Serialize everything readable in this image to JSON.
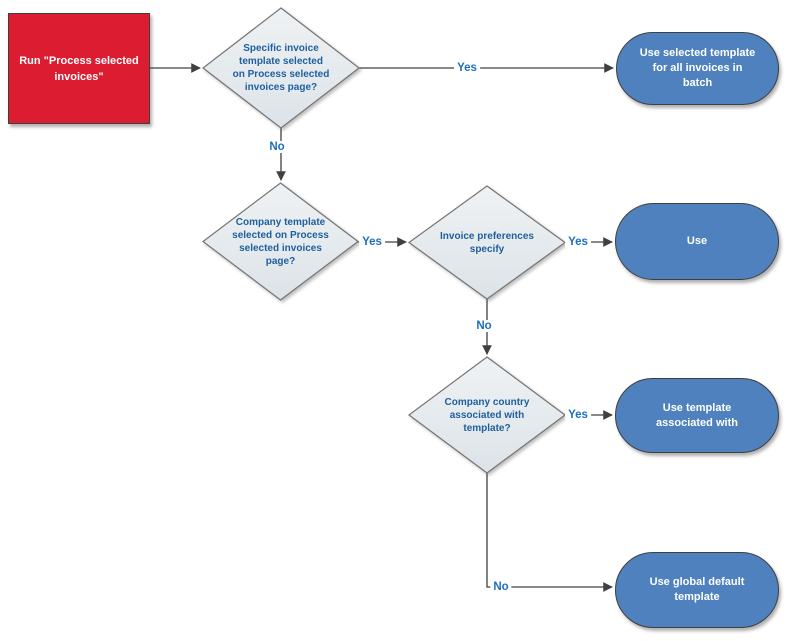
{
  "diagram": {
    "type": "flowchart",
    "nodes": {
      "start": {
        "type": "process",
        "label": "Run \"Process selected\ninvoices\""
      },
      "decision_specific_template": {
        "type": "decision",
        "label": "Specific invoice\ntemplate selected\non Process selected\ninvoices page?"
      },
      "terminal_selected_template": {
        "type": "terminator",
        "label": "Use selected template\nfor all invoices in\nbatch"
      },
      "decision_company_template": {
        "type": "decision",
        "label": "Company template\nselected on Process\nselected invoices\npage?"
      },
      "decision_invoice_preferences": {
        "type": "decision",
        "label": "Invoice preferences\nspecify"
      },
      "terminal_use": {
        "type": "terminator",
        "label": "Use"
      },
      "decision_company_country": {
        "type": "decision",
        "label": "Company country\nassociated with\ntemplate?"
      },
      "terminal_template_associated": {
        "type": "terminator",
        "label": "Use template\nassociated with"
      },
      "terminal_global_default": {
        "type": "terminator",
        "label": "Use global default\ntemplate"
      }
    },
    "edges": {
      "d1_yes": {
        "from": "decision_specific_template",
        "to": "terminal_selected_template",
        "label": "Yes"
      },
      "d1_no": {
        "from": "decision_specific_template",
        "to": "decision_company_template",
        "label": "No"
      },
      "d2_yes": {
        "from": "decision_company_template",
        "to": "decision_invoice_preferences",
        "label": "Yes"
      },
      "d3_yes": {
        "from": "decision_invoice_preferences",
        "to": "terminal_use",
        "label": "Yes"
      },
      "d3_no": {
        "from": "decision_invoice_preferences",
        "to": "decision_company_country",
        "label": "No"
      },
      "d4_yes": {
        "from": "decision_company_country",
        "to": "terminal_template_associated",
        "label": "Yes"
      },
      "d4_no": {
        "from": "decision_company_country",
        "to": "terminal_global_default",
        "label": "No"
      },
      "start_to_d1": {
        "from": "start",
        "to": "decision_specific_template",
        "label": ""
      }
    }
  },
  "colors": {
    "start_fill": "#DB1C31",
    "start_border": "#3F3F3F",
    "terminal_fill": "#4E81BD",
    "terminal_border": "#3F3F3F",
    "decision_fill_top": "#EFF2F4",
    "decision_fill_bottom": "#DCE3E8",
    "decision_border": "#757575",
    "decision_text": "#1E5F9E",
    "edge_color": "#404040",
    "edge_label_text": "#1D6FC1",
    "node_text": "#FFFFFF"
  }
}
